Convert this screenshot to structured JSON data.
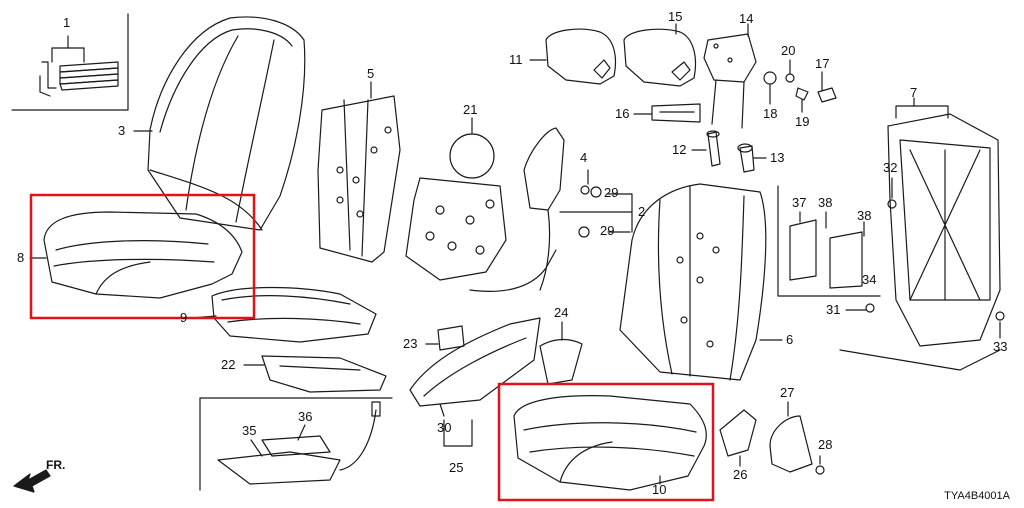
{
  "diagram": {
    "reference_code": "TYA4B4001A",
    "direction_label": "FR.",
    "part_numbers": [
      "1",
      "2",
      "3",
      "4",
      "5",
      "6",
      "7",
      "8",
      "9",
      "10",
      "11",
      "12",
      "13",
      "14",
      "15",
      "16",
      "17",
      "18",
      "19",
      "20",
      "21",
      "22",
      "23",
      "24",
      "25",
      "26",
      "27",
      "28",
      "29",
      "29",
      "30",
      "31",
      "32",
      "33",
      "34",
      "35",
      "36",
      "37",
      "38",
      "38"
    ],
    "highlighted_parts": [
      "8",
      "10"
    ],
    "highlight_color": "#e0121b",
    "line_color": "#1a1a1a"
  }
}
